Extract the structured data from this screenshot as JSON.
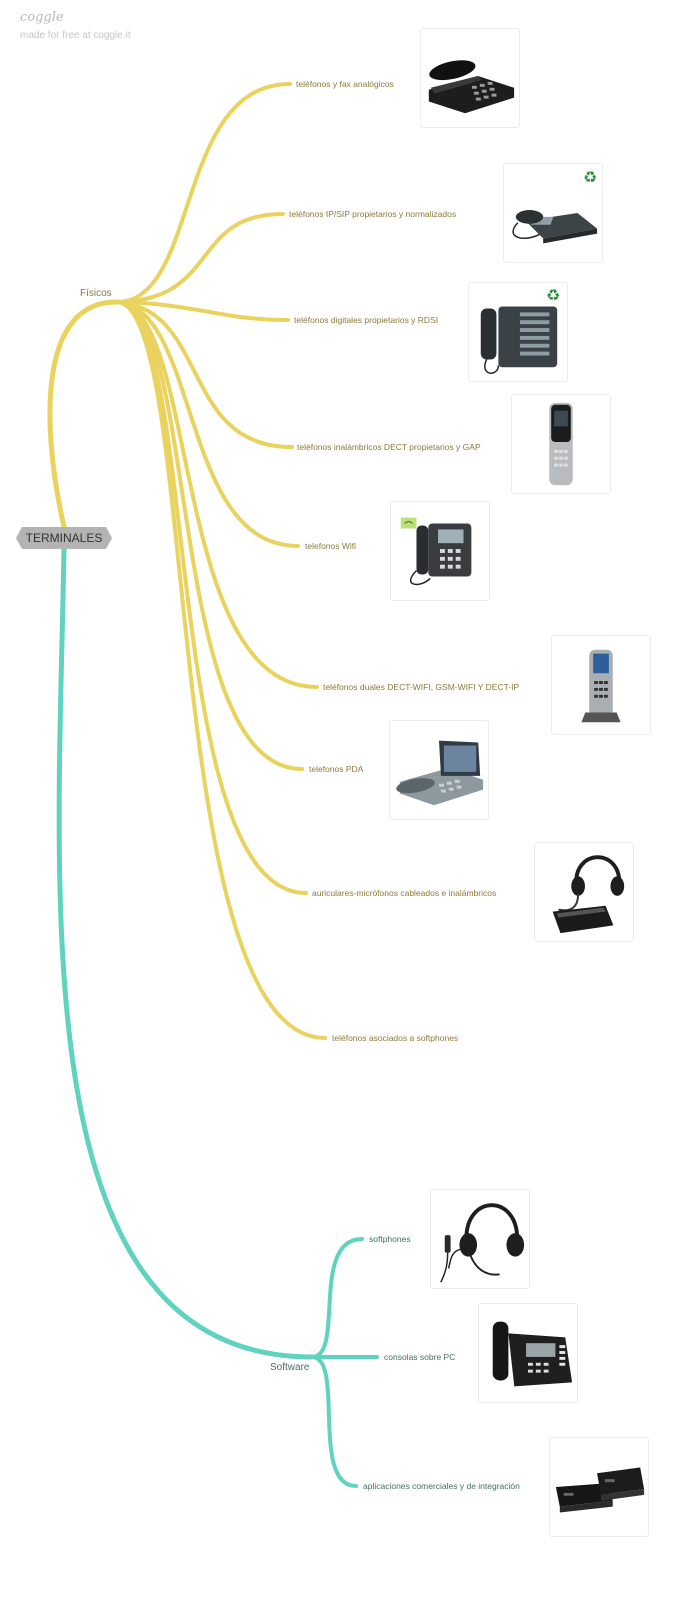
{
  "brand": {
    "name": "coggle",
    "tagline": "made for free at coggle.it"
  },
  "colors": {
    "fisicos": "#e9d35e",
    "software": "#5fd3bf",
    "root": "#b3b3b3"
  },
  "root": {
    "label": "TERMINALES"
  },
  "branches": {
    "fisicos": {
      "label": "Físicos",
      "items": [
        {
          "label": "teléfonos y fax analógicos",
          "icon": "desk-phone-icon"
        },
        {
          "label": "teléfonos IP/SIP propietarios y normalizados",
          "icon": "ip-phone-recycle-icon"
        },
        {
          "label": "teléfonos digitales propietarios y RDSI",
          "icon": "digital-phone-recycle-icon"
        },
        {
          "label": "teléfonos inalámbricos DECT propietarios y GAP",
          "icon": "dect-handset-icon"
        },
        {
          "label": "telefonos Wifi",
          "icon": "wifi-phone-icon"
        },
        {
          "label": "teléfonos duales DECT-WIFI, GSM-WIFI Y DECT-IP",
          "icon": "dual-handset-icon"
        },
        {
          "label": "telefonos PDA",
          "icon": "pda-phone-icon"
        },
        {
          "label": "auriculares-micrófonos cableados e inalámbricos",
          "icon": "headset-icon"
        },
        {
          "label": "teléfonos asociados a softphones",
          "icon": ""
        }
      ]
    },
    "software": {
      "label": "Software",
      "items": [
        {
          "label": "softphones",
          "icon": "usb-headset-icon"
        },
        {
          "label": "consolas sobre PC",
          "icon": "console-phone-icon"
        },
        {
          "label": "aplicaciones comerciales y de integración",
          "icon": "appliance-box-icon"
        }
      ]
    }
  }
}
